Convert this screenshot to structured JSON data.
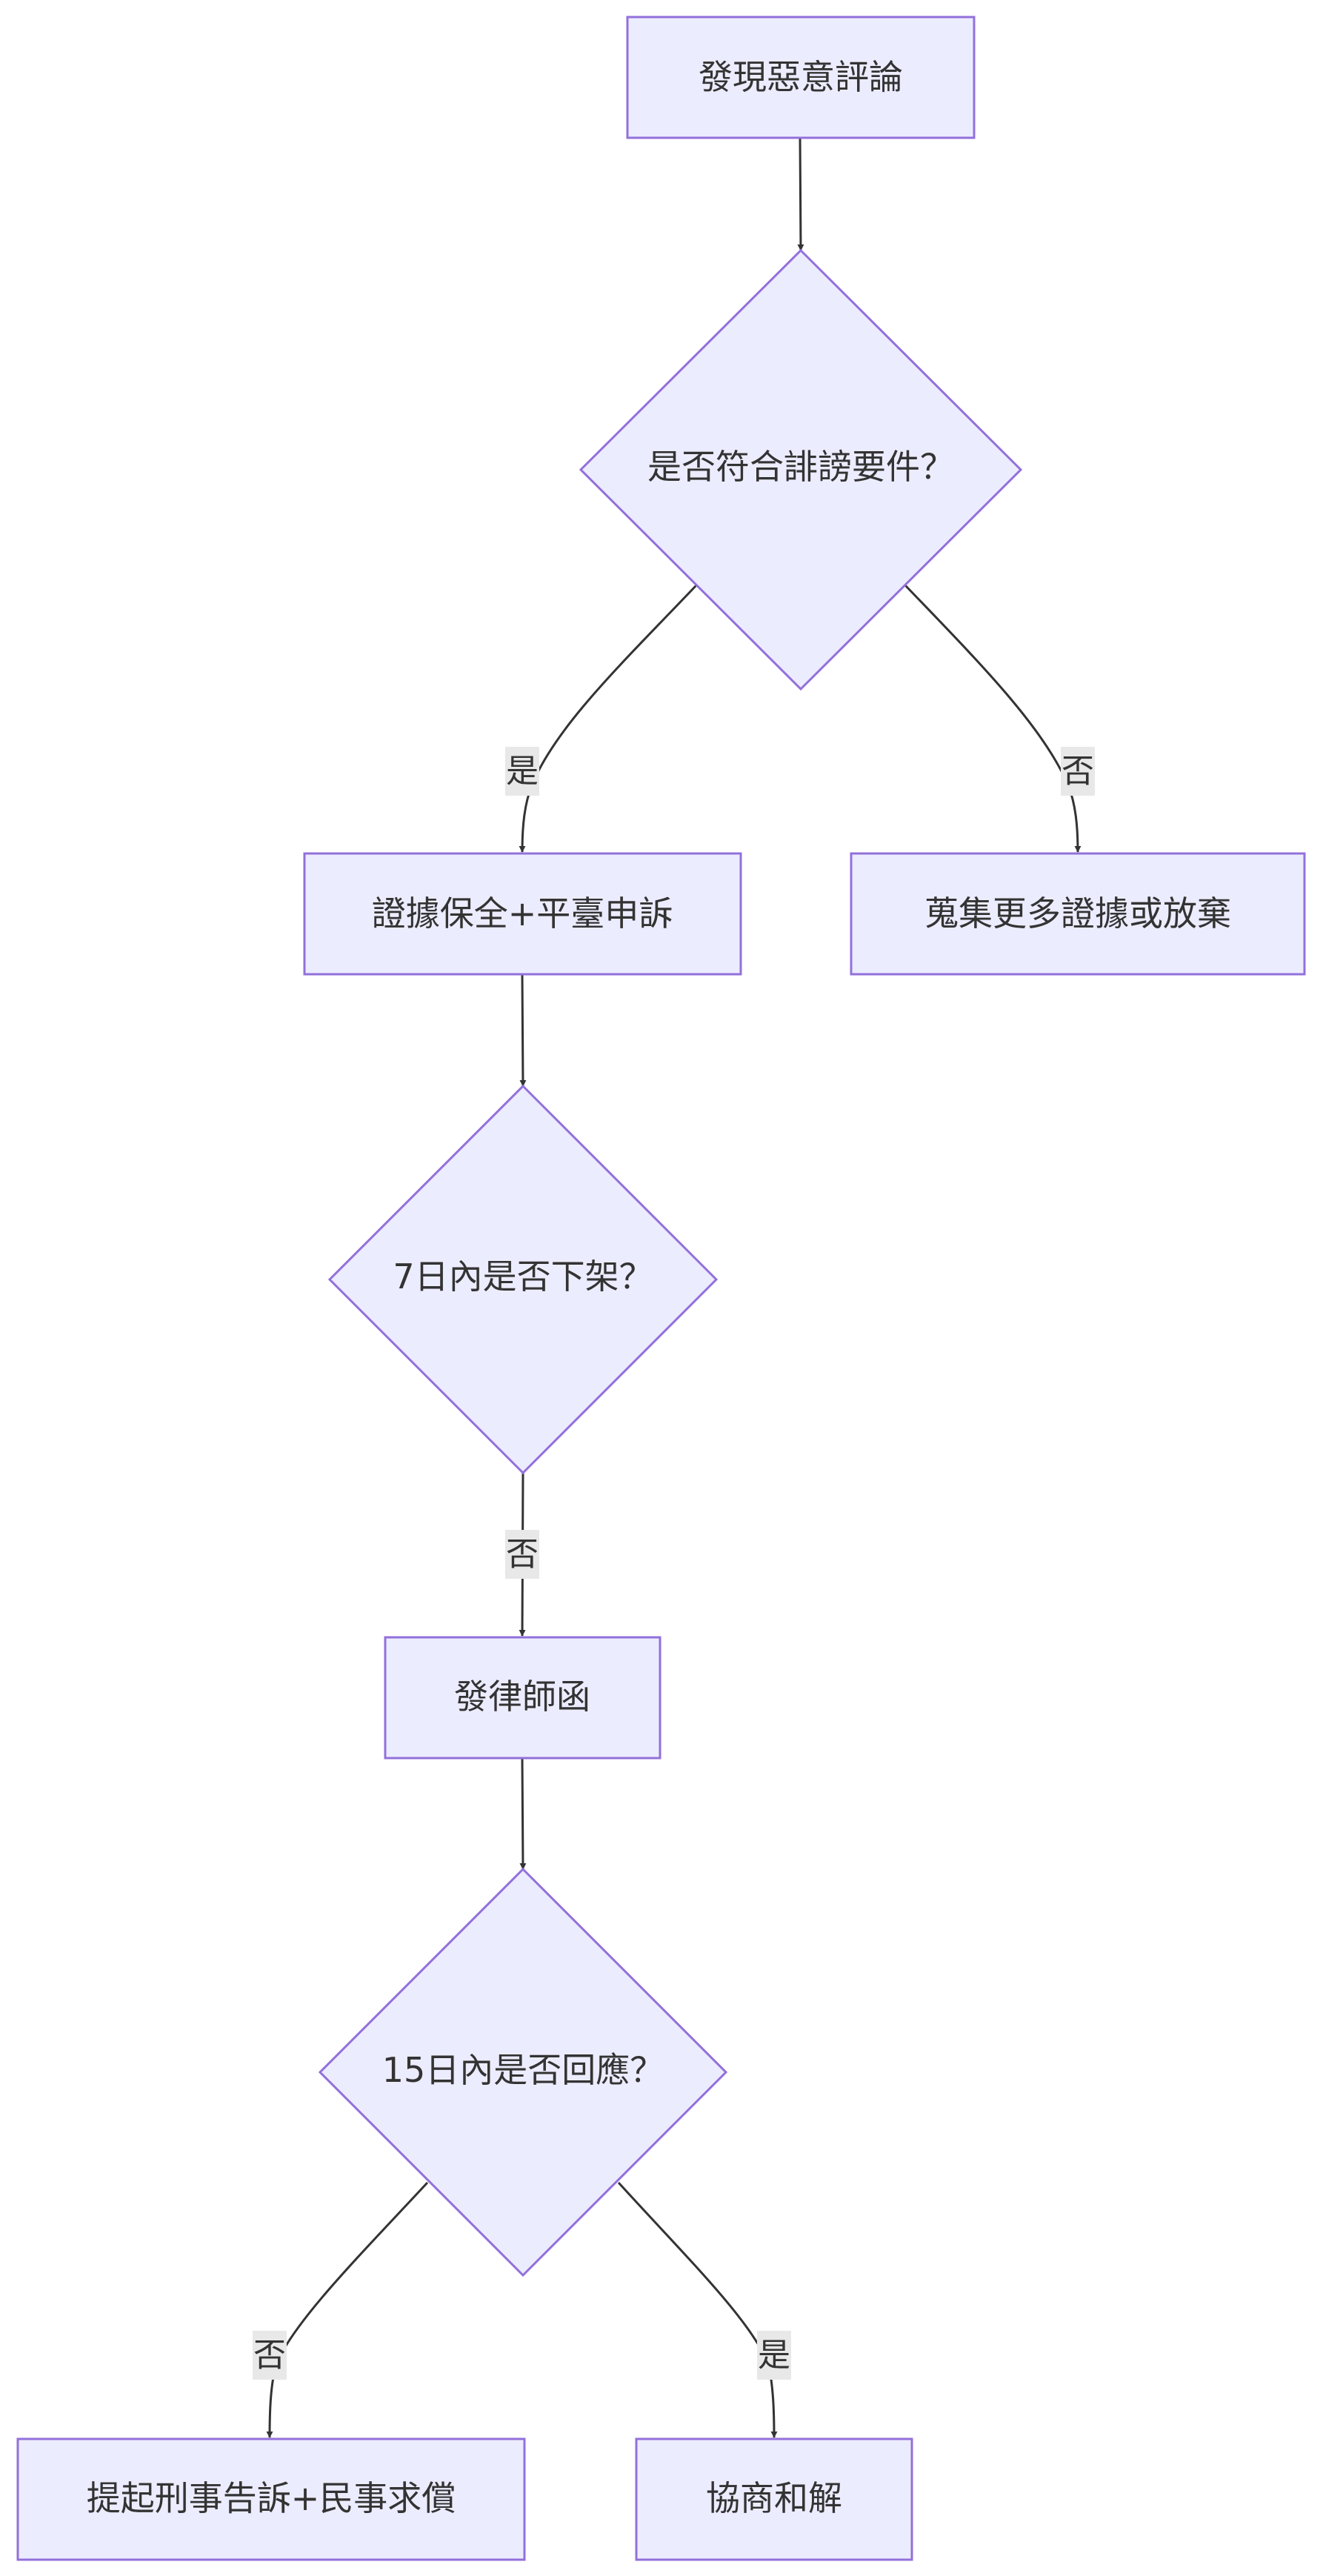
{
  "nodes": {
    "found": "發現惡意評論",
    "defamation_check": "是否符合誹謗要件？",
    "evidence_complaint": "證據保全+平臺申訴",
    "collect_or_abandon": "蒐集更多證據或放棄",
    "removed_check": "7日內是否下架？",
    "lawyer_letter": "發律師函",
    "response_check": "15日內是否回應？",
    "lawsuit": "提起刑事告訴+民事求償",
    "settle": "協商和解"
  },
  "edges": {
    "yes": "是",
    "no": "否"
  },
  "colors": {
    "node_fill": "#ECECFF",
    "node_stroke": "#9370DB",
    "edge": "#333333",
    "label_bg": "#E8E8E8"
  }
}
